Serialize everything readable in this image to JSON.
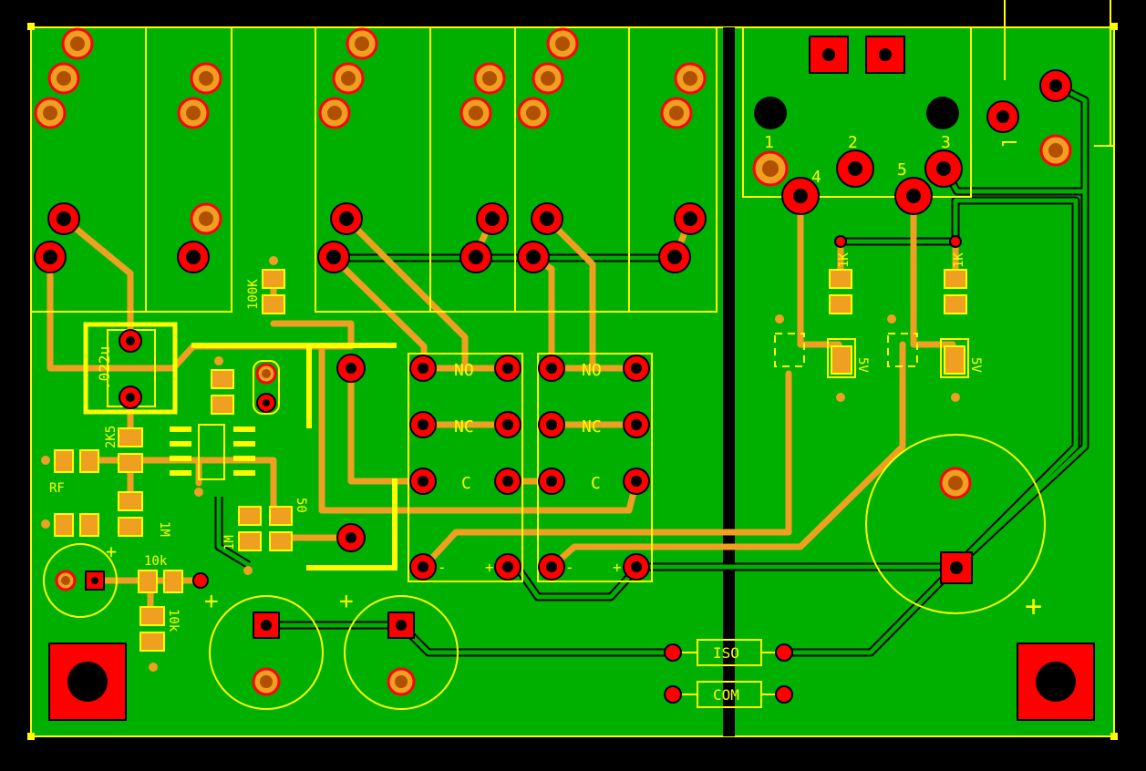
{
  "colors": {
    "background": "#000000",
    "board": "#00b000",
    "trace": "#f0a020",
    "silkscreen": "#ffff00",
    "pad_red": "#ff0000",
    "pad_ring": "#f0a020",
    "hole": "#000000",
    "split_line": "#000000"
  },
  "labels": {
    "r100k": "100K",
    "cap022": ".022u",
    "r2k5": "2K5",
    "rf": "RF",
    "r1m_a": "1M",
    "r1m_b": "1M",
    "r50": "50",
    "r10k_a": "10k",
    "r10k_b": "10k",
    "plus_c1": "+",
    "plus_c2": "+",
    "plus_c3": "+",
    "plus_c4": "+",
    "relay1_no": "NO",
    "relay1_nc": "NC",
    "relay1_c": "C",
    "relay1_minus": "-",
    "relay1_plus": "+",
    "relay2_no": "NO",
    "relay2_nc": "NC",
    "relay2_c": "C",
    "relay2_minus": "-",
    "relay2_plus": "+",
    "din_1": "1",
    "din_2": "2",
    "din_3": "3",
    "din_4": "4",
    "din_5": "5",
    "r_1k_a": "1K",
    "r_1k_b": "1K",
    "led_a": "5V",
    "led_b": "5V",
    "iso": "ISO",
    "com": "COM"
  }
}
